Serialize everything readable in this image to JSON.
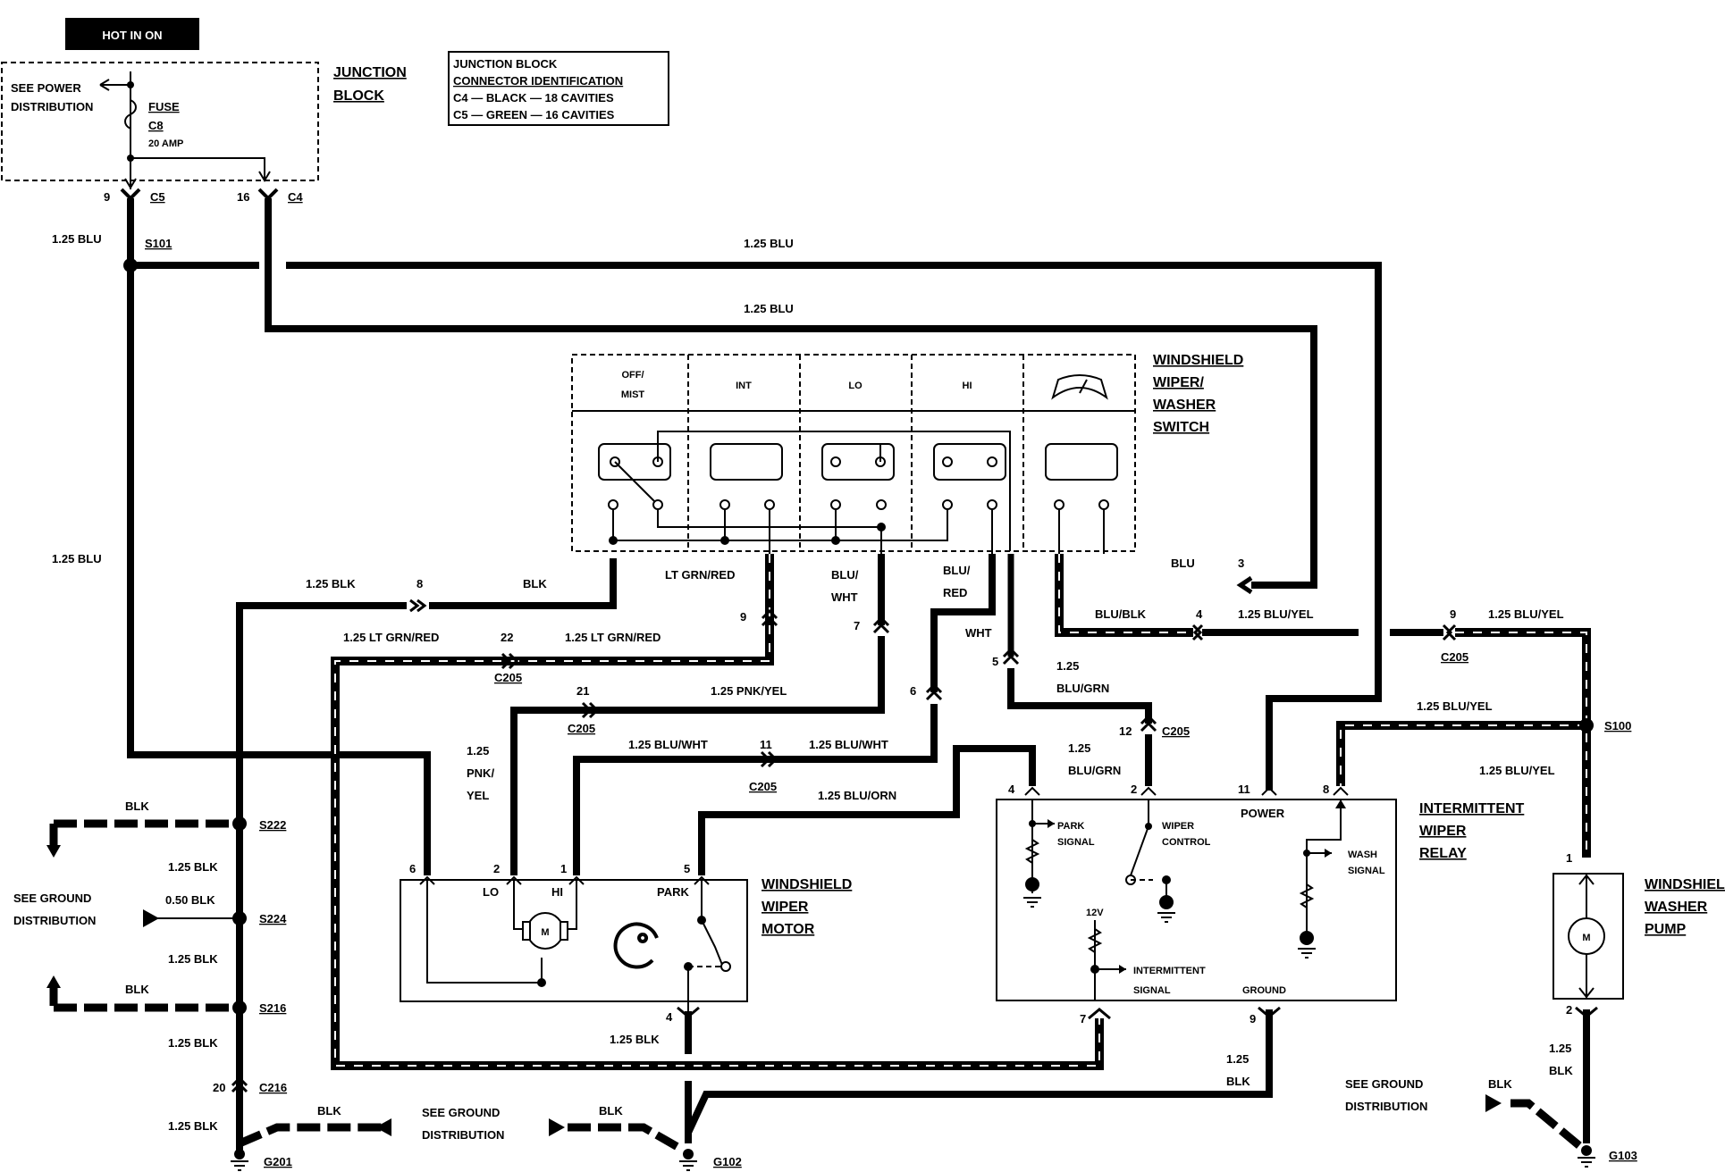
{
  "hot_label": "HOT IN ON",
  "junction_block": {
    "title_l1": "JUNCTION",
    "title_l2": "BLOCK",
    "see_power_l1": "SEE POWER",
    "see_power_l2": "DISTRIBUTION",
    "fuse_l1": "FUSE",
    "fuse_l2": "C8",
    "fuse_rating": "20 AMP"
  },
  "connector_id": {
    "line1": "JUNCTION BLOCK",
    "line2": "CONNECTOR IDENTIFICATION",
    "line3": "C4 — BLACK — 18 CAVITIES",
    "line4": "C5 — GREEN — 16 CAVITIES"
  },
  "switch": {
    "title": [
      "WINDSHIELD",
      "WIPER/",
      "WASHER",
      "SWITCH"
    ],
    "positions": [
      "OFF/",
      "MIST",
      "INT",
      "LO",
      "HI"
    ]
  },
  "motor": {
    "title": [
      "WINDSHIELD",
      "WIPER",
      "MOTOR"
    ],
    "lo": "LO",
    "hi": "HI",
    "park": "PARK",
    "m": "M"
  },
  "relay": {
    "title": [
      "INTERMITTENT",
      "WIPER",
      "RELAY"
    ],
    "power": "POWER",
    "ground": "GROUND",
    "park_signal": [
      "PARK",
      "SIGNAL"
    ],
    "wiper_control": [
      "WIPER",
      "CONTROL"
    ],
    "wash_signal": [
      "WASH",
      "SIGNAL"
    ],
    "intermittent_signal": [
      "INTERMITTENT",
      "SIGNAL"
    ],
    "v12": "12V"
  },
  "pump": {
    "title": [
      "WINDSHIELD",
      "WASHER",
      "PUMP"
    ],
    "m": "M"
  },
  "wires": {
    "blu125": "1.25 BLU",
    "blk125": "1.25 BLK",
    "blk": "BLK",
    "blu": "BLU",
    "ltgrnred": "LT GRN/RED",
    "ltgrnred125": "1.25 LT GRN/RED",
    "bluwht_a": "BLU/",
    "bluwht_b": "WHT",
    "blured_a": "BLU/",
    "blured_b": "RED",
    "wht": "WHT",
    "blublk": "BLU/BLK",
    "bluyel125": "1.25 BLU/YEL",
    "pnkyel125": "1.25 PNK/YEL",
    "pnkyel_a": "1.25",
    "pnkyel_b": "PNK/",
    "pnkyel_c": "YEL",
    "bluwht125": "1.25 BLU/WHT",
    "bluorn125": "1.25 BLU/ORN",
    "blugrn_a": "1.25",
    "blugrn_b": "BLU/GRN",
    "blk050": "0.50 BLK",
    "blk_v1": "1.25",
    "blk_v2": "BLK"
  },
  "connectors": {
    "c5": "C5",
    "c4": "C4",
    "c205": "C205",
    "c216": "C216",
    "pin9": "9",
    "pin16": "16",
    "pin8": "8",
    "pin22": "22",
    "pin21": "21",
    "pin11": "11",
    "pin7": "7",
    "pin6": "6",
    "pin5": "5",
    "pin12": "12",
    "pin4": "4",
    "pin3": "3",
    "pin2": "2",
    "pin1": "1",
    "pin20": "20"
  },
  "splices": {
    "s101": "S101",
    "s222": "S222",
    "s224": "S224",
    "s216": "S216",
    "s100": "S100"
  },
  "grounds": {
    "g201": "G201",
    "g102": "G102",
    "g103": "G103"
  },
  "see_ground": [
    "SEE GROUND",
    "DISTRIBUTION"
  ]
}
